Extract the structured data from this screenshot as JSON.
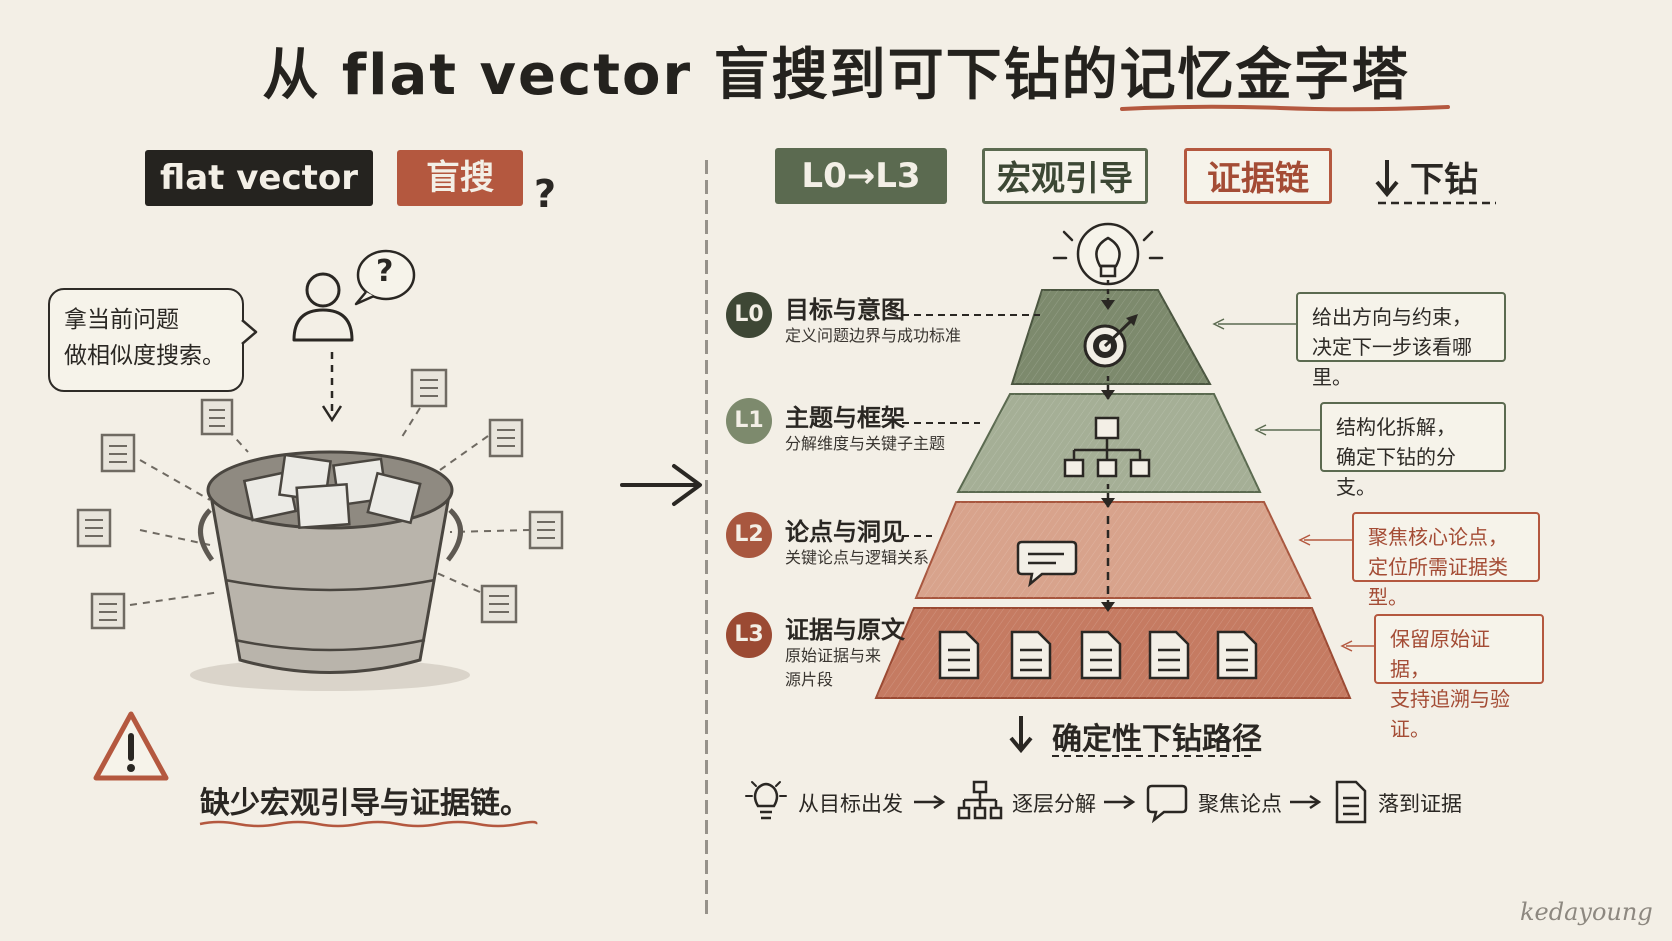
{
  "title": "从 flat vector 盲搜到可下钻的记忆金字塔",
  "left": {
    "tag_flat": "flat vector",
    "tag_blind": "盲搜",
    "question_mark": "?",
    "bubble_mark": "?",
    "speech_line1": "拿当前问题",
    "speech_line2": "做相似度搜索。",
    "warning": "缺少宏观引导与证据链。"
  },
  "right": {
    "tags": [
      "L0→L3",
      "宏观引导",
      "证据链",
      "下钻"
    ],
    "levels": [
      {
        "badge": "L0",
        "title": "目标与意图",
        "desc": "定义问题边界与成功标准",
        "note1": "给出方向与约束，",
        "note2": "决定下一步该看哪里。"
      },
      {
        "badge": "L1",
        "title": "主题与框架",
        "desc": "分解维度与关键子主题",
        "note1": "结构化拆解，",
        "note2": "确定下钻的分支。"
      },
      {
        "badge": "L2",
        "title": "论点与洞见",
        "desc": "关键论点与逻辑关系",
        "note1": "聚焦核心论点，",
        "note2": "定位所需证据类型。"
      },
      {
        "badge": "L3",
        "title": "证据与原文",
        "desc1": "原始证据与来",
        "desc2": "源片段",
        "note1": "保留原始证据，",
        "note2": "支持追溯与验证。"
      }
    ],
    "path_title": "确定性下钻路径",
    "flow": [
      "从目标出发",
      "逐层分解",
      "聚焦论点",
      "落到证据"
    ]
  },
  "signature": "kedayoung",
  "colors": {
    "background": "#f3efe6",
    "dark": "#25231f",
    "red": "#b4583f",
    "green": "#5b6a50",
    "light_green": "#9aa68d",
    "light_red": "#d49a84"
  }
}
